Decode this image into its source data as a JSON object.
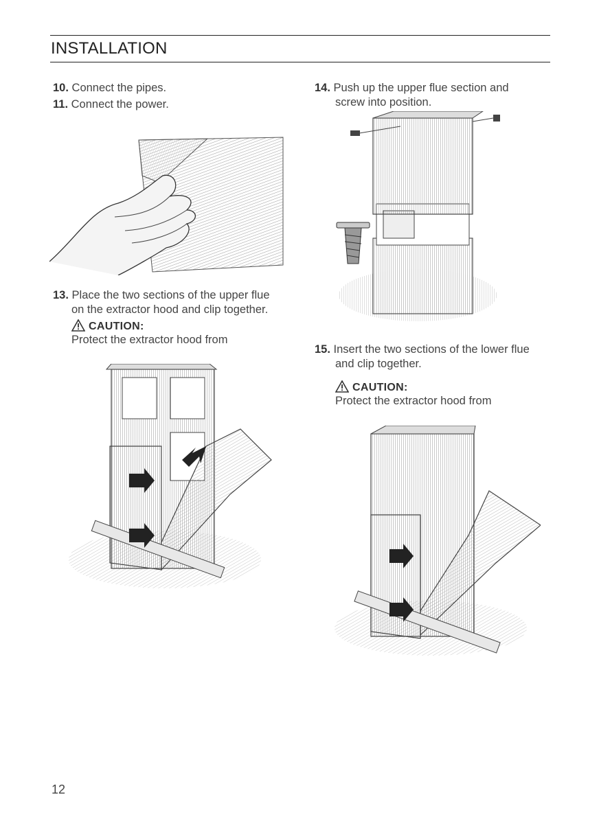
{
  "header": {
    "title": "INSTALLATION"
  },
  "left": {
    "steps": [
      {
        "num": "10.",
        "text": "Connect the pipes."
      },
      {
        "num": "11.",
        "text": "Connect the power."
      },
      {
        "num": "13.",
        "line1": "Place the two sections of the upper flue",
        "line2": "on the extractor hood and clip together."
      }
    ],
    "caution": {
      "label": "CAUTION:",
      "text": "Protect the extractor hood from"
    }
  },
  "right": {
    "steps": [
      {
        "num": "14.",
        "line1": "Push up the upper flue section and",
        "line2": "screw into position."
      },
      {
        "num": "15.",
        "line1": "Insert the two sections of the lower flue",
        "line2": "and clip together."
      }
    ],
    "caution": {
      "label": "CAUTION:",
      "text": "Protect the extractor hood from"
    }
  },
  "footer": {
    "page_number": "12"
  }
}
